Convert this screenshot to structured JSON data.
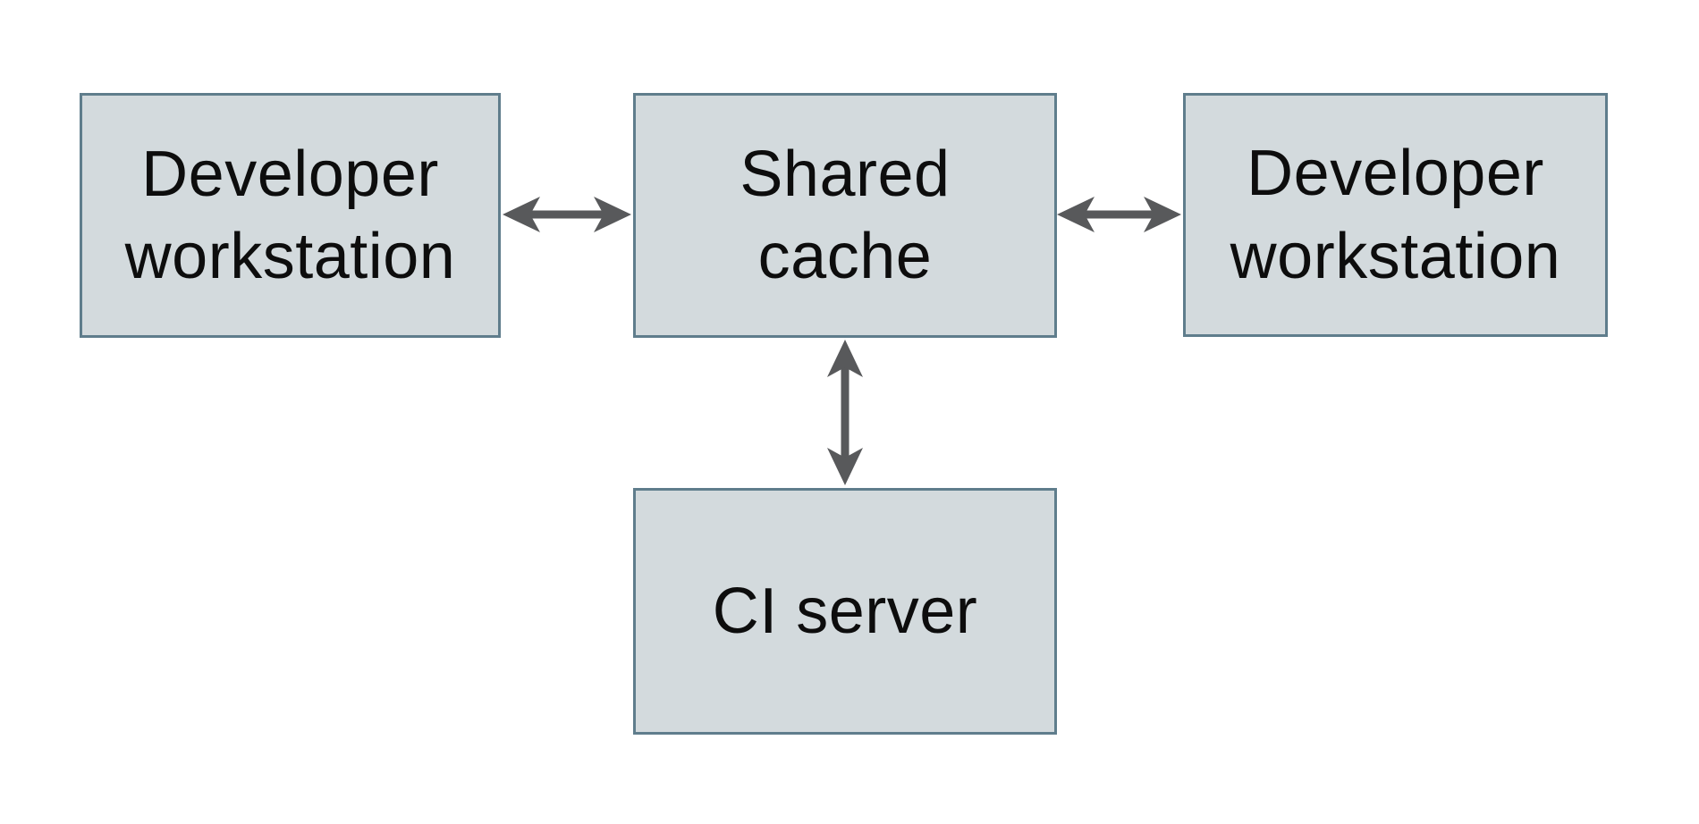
{
  "diagram": {
    "background": "#ffffff",
    "colors": {
      "node_fill": "#d3dadd",
      "node_border": "#5f7d8c",
      "arrow": "#58595b",
      "text": "#0d0d0d"
    },
    "nodes": [
      {
        "id": "developer-workstation-left",
        "label": "Developer\nworkstation"
      },
      {
        "id": "shared-cache",
        "label": "Shared\ncache"
      },
      {
        "id": "developer-workstation-right",
        "label": "Developer\nworkstation"
      },
      {
        "id": "ci-server",
        "label": "CI server"
      }
    ],
    "edges": [
      {
        "from": "developer-workstation-left",
        "to": "shared-cache",
        "type": "bidirectional-arrow"
      },
      {
        "from": "shared-cache",
        "to": "developer-workstation-right",
        "type": "bidirectional-arrow"
      },
      {
        "from": "shared-cache",
        "to": "ci-server",
        "type": "bidirectional-arrow"
      }
    ]
  }
}
